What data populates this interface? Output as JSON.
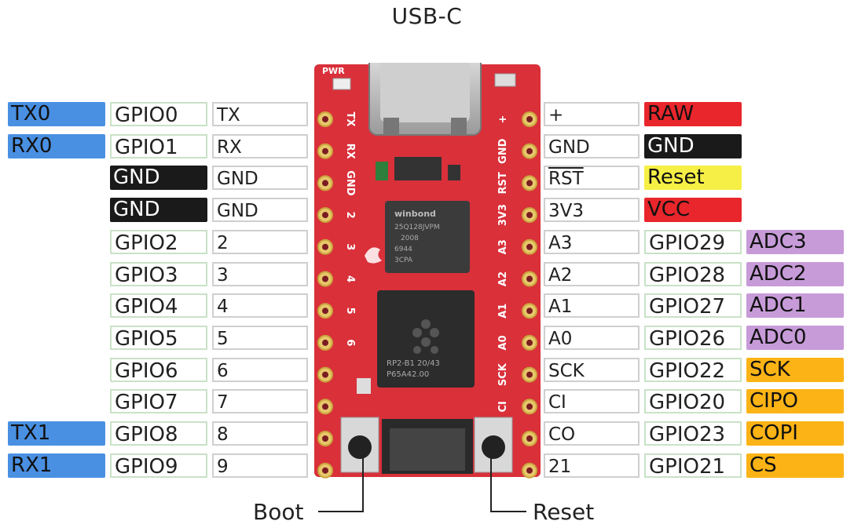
{
  "title": "USB-C",
  "callouts": {
    "boot": "Boot",
    "reset": "Reset"
  },
  "colors": {
    "uart": "#4a90e2",
    "gnd": "#1a1a1a",
    "power": "#e8262b",
    "reset": "#f6ef45",
    "adc": "#c79bd8",
    "spi": "#fbb316",
    "board_red": "#d9303a"
  },
  "left_rows": [
    {
      "alt": "TX0",
      "alt_type": "uart",
      "gpio": "GPIO0",
      "gpio_type": "pin",
      "label": "TX"
    },
    {
      "alt": "RX0",
      "alt_type": "uart",
      "gpio": "GPIO1",
      "gpio_type": "pin",
      "label": "RX"
    },
    {
      "alt": "",
      "alt_type": "",
      "gpio": "GND",
      "gpio_type": "gnd",
      "label": "GND"
    },
    {
      "alt": "",
      "alt_type": "",
      "gpio": "GND",
      "gpio_type": "gnd",
      "label": "GND"
    },
    {
      "alt": "",
      "alt_type": "",
      "gpio": "GPIO2",
      "gpio_type": "pin",
      "label": "2"
    },
    {
      "alt": "",
      "alt_type": "",
      "gpio": "GPIO3",
      "gpio_type": "pin",
      "label": "3"
    },
    {
      "alt": "",
      "alt_type": "",
      "gpio": "GPIO4",
      "gpio_type": "pin",
      "label": "4"
    },
    {
      "alt": "",
      "alt_type": "",
      "gpio": "GPIO5",
      "gpio_type": "pin",
      "label": "5"
    },
    {
      "alt": "",
      "alt_type": "",
      "gpio": "GPIO6",
      "gpio_type": "pin",
      "label": "6"
    },
    {
      "alt": "",
      "alt_type": "",
      "gpio": "GPIO7",
      "gpio_type": "pin",
      "label": "7"
    },
    {
      "alt": "TX1",
      "alt_type": "uart",
      "gpio": "GPIO8",
      "gpio_type": "pin",
      "label": "8"
    },
    {
      "alt": "RX1",
      "alt_type": "uart",
      "gpio": "GPIO9",
      "gpio_type": "pin",
      "label": "9"
    }
  ],
  "right_rows": [
    {
      "label": "+",
      "func": "RAW",
      "func_type": "power",
      "gpio": "",
      "extra": "",
      "extra_type": "",
      "overline": false
    },
    {
      "label": "GND",
      "func": "GND",
      "func_type": "gnd",
      "gpio": "",
      "extra": "",
      "extra_type": "",
      "overline": false
    },
    {
      "label": "RST",
      "func": "Reset",
      "func_type": "reset",
      "gpio": "",
      "extra": "",
      "extra_type": "",
      "overline": true
    },
    {
      "label": "3V3",
      "func": "VCC",
      "func_type": "power",
      "gpio": "",
      "extra": "",
      "extra_type": "",
      "overline": false
    },
    {
      "label": "A3",
      "func": "",
      "func_type": "",
      "gpio": "GPIO29",
      "extra": "ADC3",
      "extra_type": "adc",
      "overline": false
    },
    {
      "label": "A2",
      "func": "",
      "func_type": "",
      "gpio": "GPIO28",
      "extra": "ADC2",
      "extra_type": "adc",
      "overline": false
    },
    {
      "label": "A1",
      "func": "",
      "func_type": "",
      "gpio": "GPIO27",
      "extra": "ADC1",
      "extra_type": "adc",
      "overline": false
    },
    {
      "label": "A0",
      "func": "",
      "func_type": "",
      "gpio": "GPIO26",
      "extra": "ADC0",
      "extra_type": "adc",
      "overline": false
    },
    {
      "label": "SCK",
      "func": "",
      "func_type": "",
      "gpio": "GPIO22",
      "extra": "SCK",
      "extra_type": "spi",
      "overline": false
    },
    {
      "label": "CI",
      "func": "",
      "func_type": "",
      "gpio": "GPIO20",
      "extra": "CIPO",
      "extra_type": "spi",
      "overline": false
    },
    {
      "label": "CO",
      "func": "",
      "func_type": "",
      "gpio": "GPIO23",
      "extra": "COPI",
      "extra_type": "spi",
      "overline": false
    },
    {
      "label": "21",
      "func": "",
      "func_type": "",
      "gpio": "GPIO21",
      "extra": "CS",
      "extra_type": "spi",
      "overline": true
    }
  ],
  "board": {
    "left_silk": [
      "TX",
      "RX",
      "GND",
      "2",
      "3",
      "4",
      "5",
      "6"
    ],
    "right_silk": [
      "+",
      "GND",
      "RST",
      "3V3",
      "A3",
      "A2",
      "A1",
      "A0",
      "SCK",
      "CI"
    ],
    "pwr_label": "PWR",
    "flash_text": [
      "winbond",
      "25Q128JVPM",
      "2008",
      "6944",
      "3CPA"
    ],
    "mcu_text": [
      "RP2-B1  20/43",
      "P65A42.00"
    ]
  }
}
